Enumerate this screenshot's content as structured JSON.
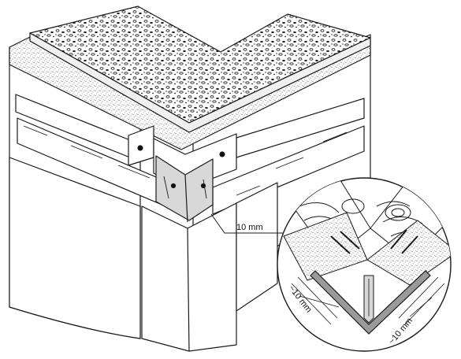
{
  "labels": {
    "gap_main": "10 mm",
    "gap_left": "~10 mm",
    "gap_right": "~10 mm"
  },
  "colors": {
    "line": "#1a1a1a",
    "background": "#ffffff",
    "profile_gray": "#9a9a9a",
    "light_gray": "#d8d8d8"
  }
}
